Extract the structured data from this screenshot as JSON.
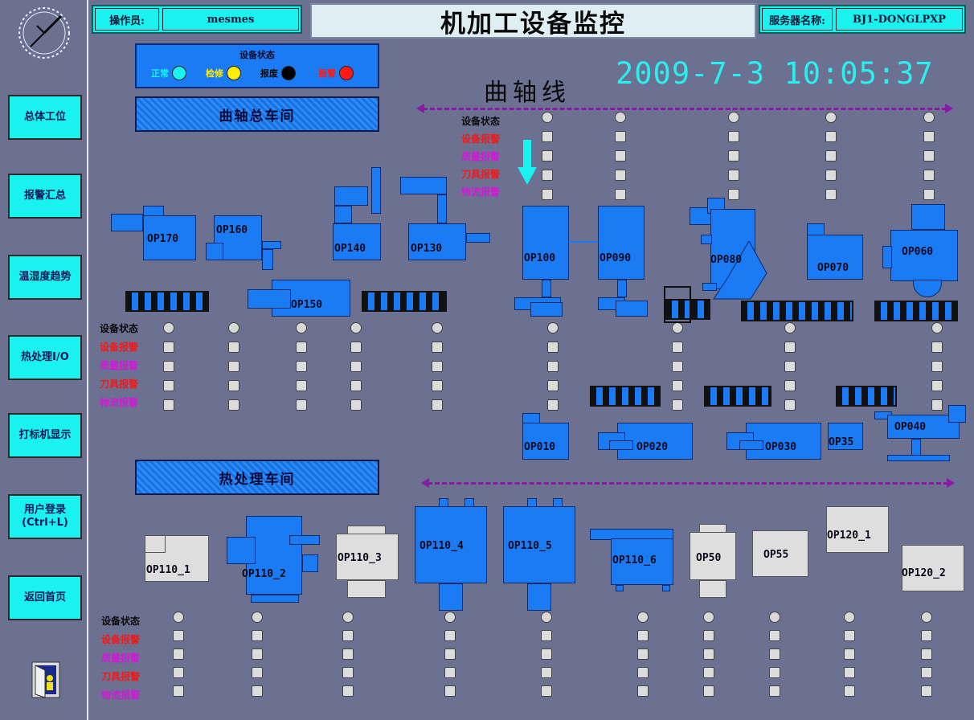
{
  "header": {
    "operator_label": "操作员:",
    "operator_value": "mesmes",
    "title": "机加工设备监控",
    "server_label": "服务器名称:",
    "server_value": "BJ1-DONGLPXP"
  },
  "datetime": "2009-7-3  10:05:37",
  "line_title": "曲轴线",
  "nav": [
    {
      "label": "总体工位"
    },
    {
      "label": "报警汇总"
    },
    {
      "label": "温湿度趋势"
    },
    {
      "label": "热处理I/O"
    },
    {
      "label": "打标机显示"
    },
    {
      "label": "用户登录\n(Ctrl+L)"
    },
    {
      "label": "返回首页"
    }
  ],
  "legend": {
    "title": "设备状态",
    "items": [
      {
        "label": "正常",
        "color": "#19f2ee",
        "text_color": "#19f2ee"
      },
      {
        "label": "检修",
        "color": "#ffee00",
        "text_color": "#ffee00"
      },
      {
        "label": "报废",
        "color": "#000000",
        "text_color": "#0a0a0a"
      },
      {
        "label": "报警",
        "color": "#ff1a1a",
        "text_color": "#ff1a1a"
      }
    ]
  },
  "workshops": {
    "crank": "曲轴总车间",
    "heat": "热处理车间"
  },
  "status_labels": {
    "head": "设备状态",
    "equip_alarm": "设备报警",
    "quality_alarm": "质量报警",
    "tool_alarm": "刀具报警",
    "logistics_alarm": "物流报警"
  },
  "machines": {
    "op170": "OP170",
    "op160": "OP160",
    "op140": "OP140",
    "op130": "OP130",
    "op150": "OP150",
    "op100": "OP100",
    "op090": "OP090",
    "op080": "OP080",
    "op070": "OP070",
    "op060": "OP060",
    "op010": "OP010",
    "op020": "OP020",
    "op030": "OP030",
    "op35": "OP35",
    "op040": "OP040",
    "op110_1": "OP110_1",
    "op110_2": "OP110_2",
    "op110_3": "OP110_3",
    "op110_4": "OP110_4",
    "op110_5": "OP110_5",
    "op110_6": "OP110_6",
    "op50": "OP50",
    "op55": "OP55",
    "op120_1": "OP120_1",
    "op120_2": "OP120_2"
  },
  "colors": {
    "background": "#6c7091",
    "cyan": "#19f2ee",
    "machine_blue": "#1a7bf5",
    "arrow_purple": "#8a1aa6"
  }
}
